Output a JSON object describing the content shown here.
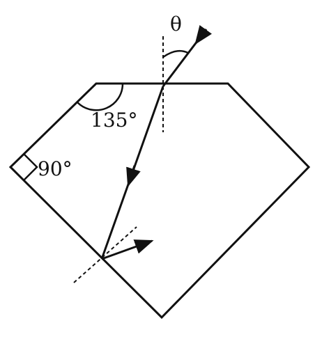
{
  "figure": {
    "labels": {
      "theta": "θ",
      "apex_angle": "135°",
      "right_angle": "90°"
    },
    "colors": {
      "stroke": "#111111",
      "background": "#ffffff"
    }
  }
}
